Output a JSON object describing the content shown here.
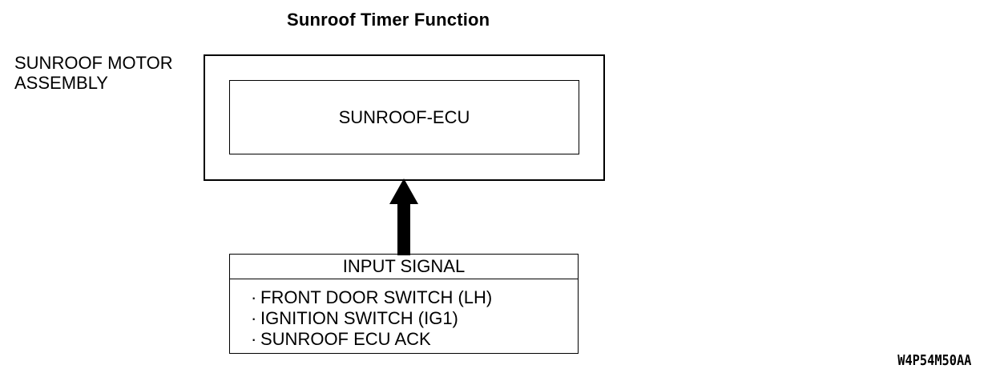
{
  "title": "Sunroof Timer Function",
  "motor_assembly": {
    "label_line1": "SUNROOF MOTOR",
    "label_line2": "ASSEMBLY"
  },
  "ecu": {
    "label": "SUNROOF-ECU"
  },
  "input_signal": {
    "header": "INPUT SIGNAL",
    "bullet": "·",
    "items": [
      "FRONT DOOR SWITCH (LH)",
      "IGNITION SWITCH (IG1)",
      "SUNROOF ECU ACK"
    ]
  },
  "figure_code": "W4P54M50AA",
  "colors": {
    "line": "#000000",
    "background": "#ffffff"
  },
  "icons": {
    "arrow": "up-arrow-icon"
  }
}
